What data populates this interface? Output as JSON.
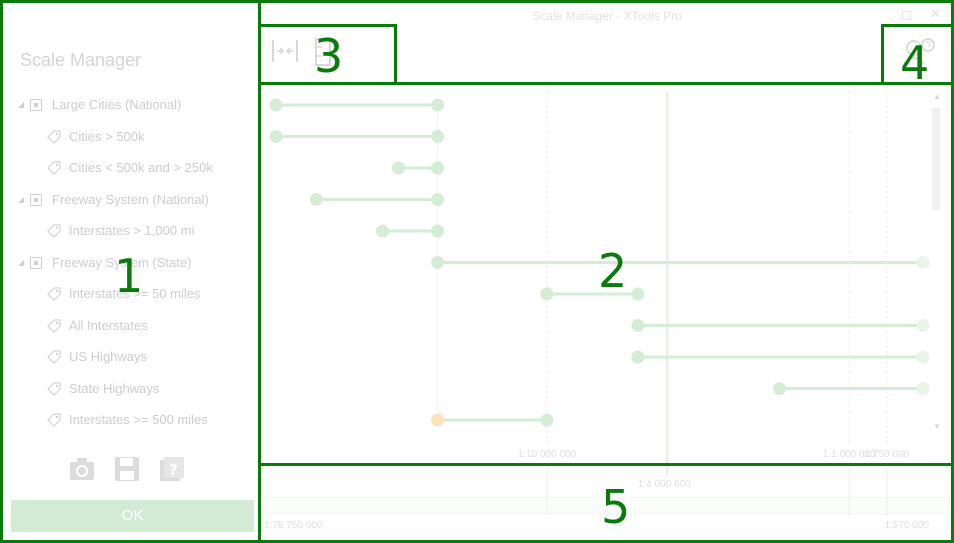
{
  "app": {
    "title": "Scale Manager",
    "window_title": "Scale Manager - XTools Pro",
    "ok_label": "OK"
  },
  "tree": [
    {
      "label": "Large Cities (National)",
      "kind": "group"
    },
    {
      "label": "Cities > 500k",
      "kind": "layer"
    },
    {
      "label": "Cities < 500k and > 250k",
      "kind": "layer"
    },
    {
      "label": "Freeway System (National)",
      "kind": "group"
    },
    {
      "label": "Interstates > 1,000 mi",
      "kind": "layer"
    },
    {
      "label": "Freeway System (State)",
      "kind": "group"
    },
    {
      "label": "Interstates >= 50 miles",
      "kind": "layer"
    },
    {
      "label": "All Interstates",
      "kind": "layer"
    },
    {
      "label": "US Highways",
      "kind": "layer"
    },
    {
      "label": "State Highways",
      "kind": "layer"
    },
    {
      "label": "Interstates >= 500 miles",
      "kind": "layer"
    }
  ],
  "toolbar_icons": [
    "camera-icon",
    "save-icon",
    "layers-help-icon"
  ],
  "scale_toolbar": [
    "fit-range-icon",
    "scale-column-icon"
  ],
  "window_icons": [
    "maximize-icon",
    "close-icon",
    "help-icon"
  ],
  "zones": [
    "1",
    "2",
    "3",
    "4",
    "5"
  ],
  "colors": {
    "accent": "#0a7a0a",
    "range": "#d6ecd6",
    "range_highlight": "#fde2bd",
    "ok_button": "#d3ead4",
    "muted_text": "#cdcdcd"
  },
  "chart_data": {
    "type": "range",
    "scale_order": "descending",
    "axis_ticks": [
      "1:10 000 000",
      "1:1 000 000",
      "1:750 000"
    ],
    "current_scale": "1:4 000 000",
    "overview_min": "1:78 750 000",
    "overview_max": "1:570 000",
    "ranges": [
      {
        "layer": "Large Cities (National)",
        "from": "1:78 750 000",
        "to": "1:23 000 000"
      },
      {
        "layer": "Cities > 500k",
        "from": "1:78 750 000",
        "to": "1:23 000 000"
      },
      {
        "layer": "Cities < 500k and > 250k",
        "from": "1:31 000 000",
        "to": "1:23 000 000"
      },
      {
        "layer": "Freeway System (National)",
        "from": "1:58 000 000",
        "to": "1:23 000 000"
      },
      {
        "layer": "Interstates > 1,000 mi",
        "from": "1:35 000 000",
        "to": "1:23 000 000"
      },
      {
        "layer": "Freeway System (State)",
        "from": "1:23 000 000",
        "to": "1:570 000"
      },
      {
        "layer": "Interstates >= 50 miles",
        "from": "1:10 000 000",
        "to": "1:5 000 000"
      },
      {
        "layer": "All Interstates",
        "from": "1:5 000 000",
        "to": "1:570 000"
      },
      {
        "layer": "US Highways",
        "from": "1:5 000 000",
        "to": "1:570 000"
      },
      {
        "layer": "State Highways",
        "from": "1:1 700 000",
        "to": "1:570 000"
      },
      {
        "layer": "Interstates >= 500 miles",
        "from": "1:23 000 000",
        "to": "1:10 000 000",
        "highlight": true
      }
    ]
  }
}
